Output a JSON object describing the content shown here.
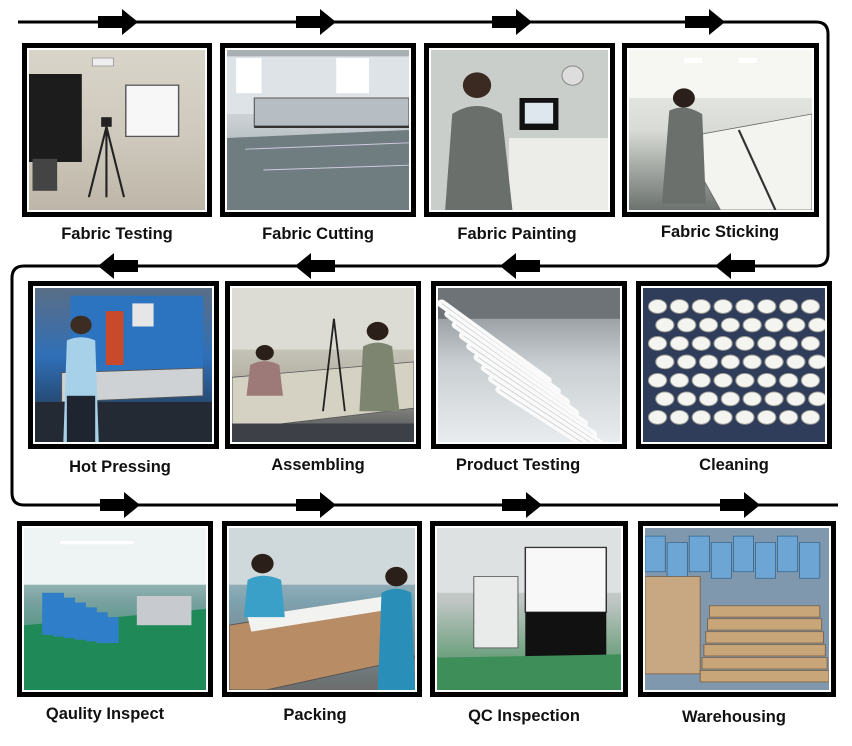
{
  "steps": [
    {
      "label": "Fabric Testing",
      "scene": "s-room",
      "icon": "tripod-icon"
    },
    {
      "label": "Fabric Cutting",
      "scene": "s-hall",
      "icon": "cutting-machine-icon"
    },
    {
      "label": "Fabric Painting",
      "scene": "s-booth",
      "icon": "worker-monitor-icon"
    },
    {
      "label": "Fabric Sticking",
      "scene": "s-lab",
      "icon": "worker-table-icon"
    },
    {
      "label": "Cleaning",
      "scene": "s-stack",
      "icon": "tube-stack-icon"
    },
    {
      "label": "Product Testing",
      "scene": "s-tubes",
      "icon": "tubes-icon"
    },
    {
      "label": "Assembling",
      "scene": "s-bench",
      "icon": "workers-bench-icon"
    },
    {
      "label": "Hot Pressing",
      "scene": "s-press",
      "icon": "press-machine-icon"
    },
    {
      "label": "Qaulity Inspect",
      "scene": "s-floor",
      "icon": "factory-floor-icon"
    },
    {
      "label": "Packing",
      "scene": "s-pack",
      "icon": "packing-icon"
    },
    {
      "label": "QC Inspection",
      "scene": "s-qc",
      "icon": "screen-stand-icon"
    },
    {
      "label": "Warehousing",
      "scene": "s-ware",
      "icon": "boxes-icon"
    }
  ],
  "colors": {
    "line": "#000000",
    "frame": "#000000",
    "text": "#111111"
  }
}
